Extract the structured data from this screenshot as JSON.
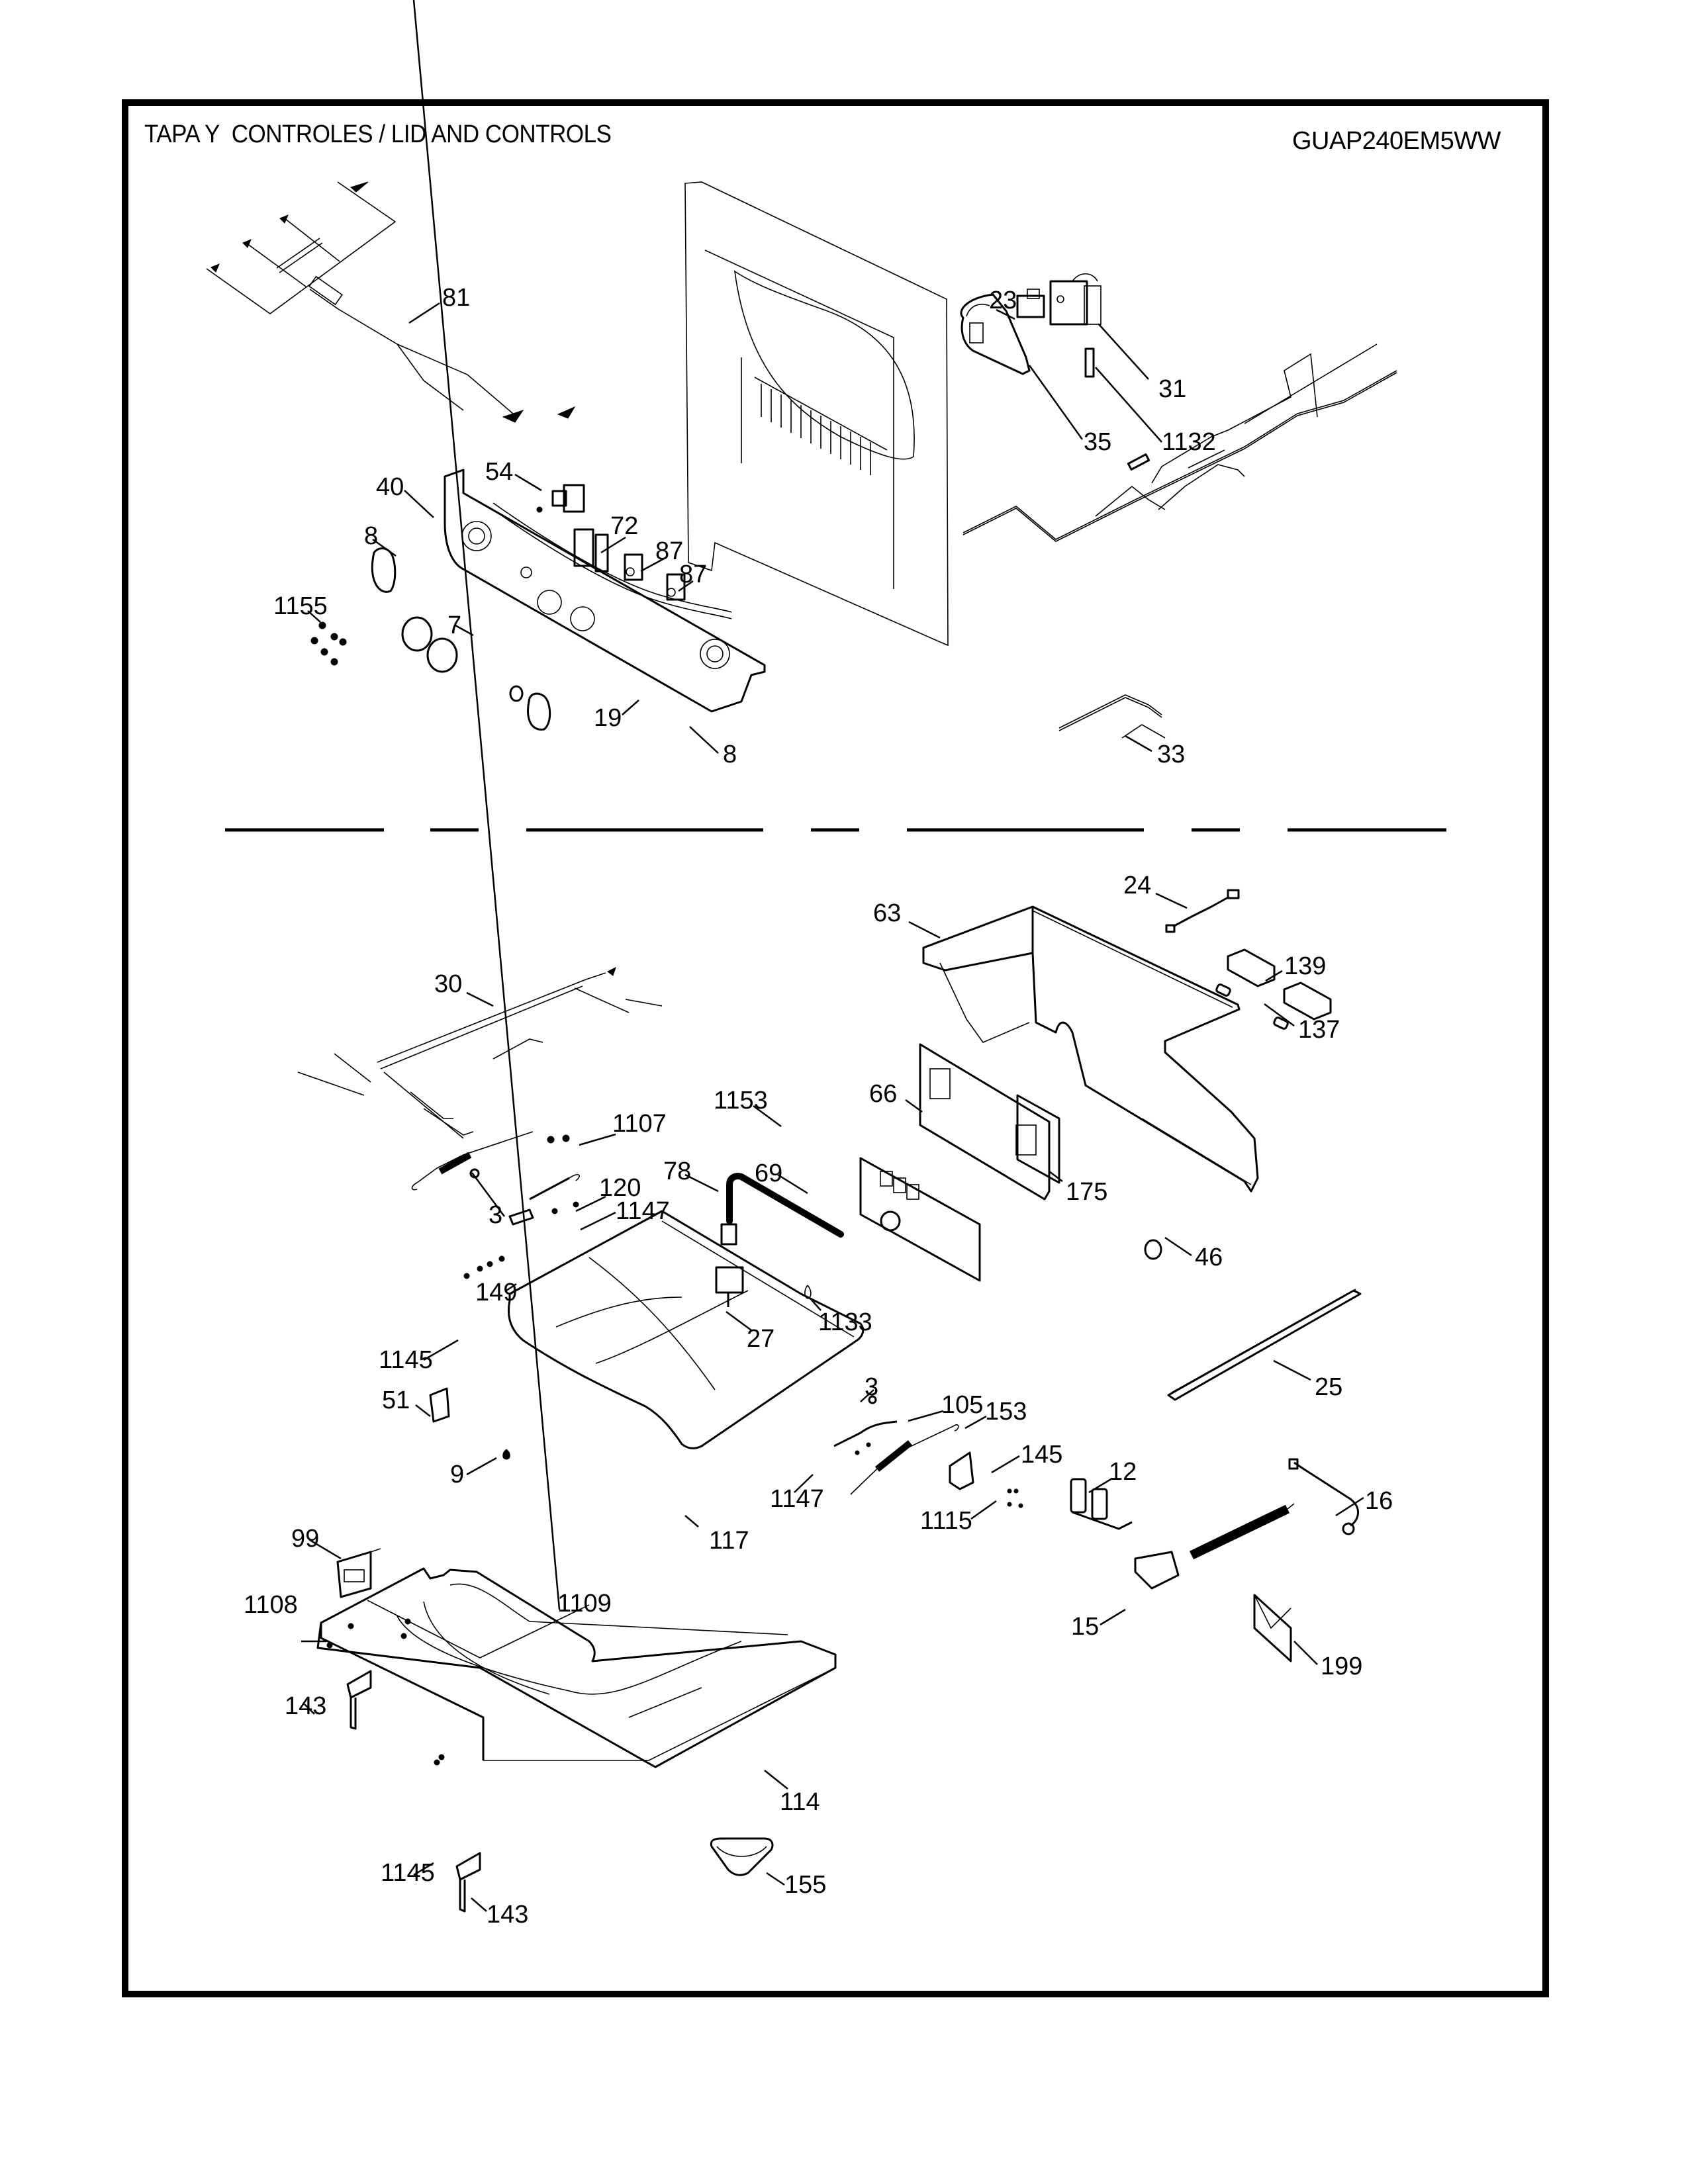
{
  "header": {
    "title": "TAPA Y  CONTROLES / LID AND CONTROLS",
    "model": "GUAP240EM5WW"
  },
  "callouts": {
    "upper_section": [
      {
        "label": "81",
        "part": "wire-harness"
      },
      {
        "label": "23",
        "part": "switch"
      },
      {
        "label": "31",
        "part": "timer"
      },
      {
        "label": "35",
        "part": "timer-bracket"
      },
      {
        "label": "1132",
        "part": "strip"
      },
      {
        "label": "54",
        "part": "switch"
      },
      {
        "label": "40",
        "part": "control-panel"
      },
      {
        "label": "72",
        "part": "switch"
      },
      {
        "label": "87",
        "part": "switch"
      },
      {
        "label": "87",
        "part": "switch"
      },
      {
        "label": "8",
        "part": "knob"
      },
      {
        "label": "1155",
        "part": "screws"
      },
      {
        "label": "7",
        "part": "knob"
      },
      {
        "label": "19",
        "part": "light-button"
      },
      {
        "label": "8",
        "part": "knob"
      },
      {
        "label": "33",
        "part": "wire-harness"
      }
    ],
    "lower_section": [
      {
        "label": "24",
        "part": "wire"
      },
      {
        "label": "63",
        "part": "bracket"
      },
      {
        "label": "139",
        "part": "holder"
      },
      {
        "label": "137",
        "part": "fuse"
      },
      {
        "label": "30",
        "part": "wire-harness"
      },
      {
        "label": "1153",
        "part": "screw"
      },
      {
        "label": "66",
        "part": "board-cover"
      },
      {
        "label": "175",
        "part": "insulation"
      },
      {
        "label": "1107",
        "part": "screw"
      },
      {
        "label": "78",
        "part": "hose"
      },
      {
        "label": "69",
        "part": "control-board"
      },
      {
        "label": "120",
        "part": "rod"
      },
      {
        "label": "3",
        "part": "nut"
      },
      {
        "label": "1147",
        "part": "screw"
      },
      {
        "label": "46",
        "part": "clamp"
      },
      {
        "label": "149",
        "part": "lid-switch"
      },
      {
        "label": "27",
        "part": "pressure-switch"
      },
      {
        "label": "1133",
        "part": "clip"
      },
      {
        "label": "1145",
        "part": "screws"
      },
      {
        "label": "25",
        "part": "strip"
      },
      {
        "label": "51",
        "part": "latch"
      },
      {
        "label": "3",
        "part": "nut"
      },
      {
        "label": "105",
        "part": "rod"
      },
      {
        "label": "153",
        "part": "spring"
      },
      {
        "label": "9",
        "part": "bumper"
      },
      {
        "label": "145",
        "part": "hinge"
      },
      {
        "label": "1147",
        "part": "screw"
      },
      {
        "label": "12",
        "part": "water-valve"
      },
      {
        "label": "16",
        "part": "wire"
      },
      {
        "label": "117",
        "part": "lid"
      },
      {
        "label": "1115",
        "part": "screws"
      },
      {
        "label": "99",
        "part": "lid-lock"
      },
      {
        "label": "15",
        "part": "inlet"
      },
      {
        "label": "1108",
        "part": "screw"
      },
      {
        "label": "1109",
        "part": "screw"
      },
      {
        "label": "199",
        "part": "literature"
      },
      {
        "label": "143",
        "part": "hinge-bracket"
      },
      {
        "label": "114",
        "part": "top-cover"
      },
      {
        "label": "1145",
        "part": "screws"
      },
      {
        "label": "155",
        "part": "cap"
      },
      {
        "label": "143",
        "part": "hinge-bracket"
      }
    ]
  }
}
